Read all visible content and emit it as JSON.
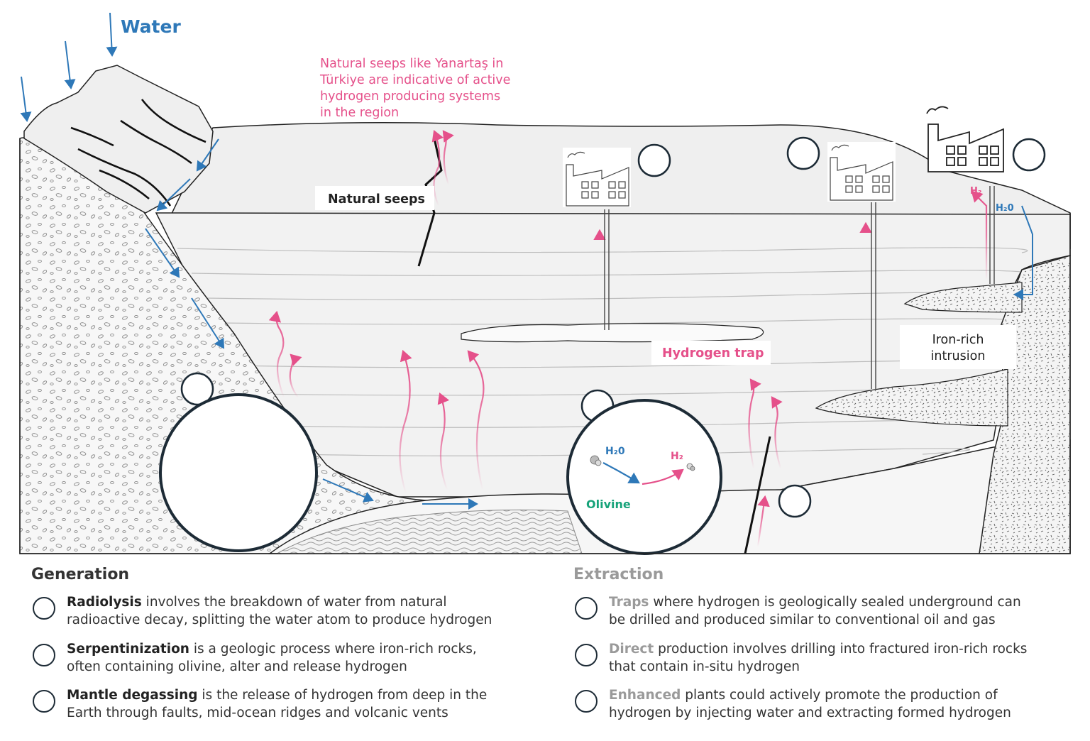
{
  "labels": {
    "water": "Water",
    "seep_note": [
      "Natural seeps like Yanartaş in",
      "Türkiye are indicative of active",
      "hydrogen producing systems",
      "in the region"
    ],
    "natural_seeps": "Natural seeps",
    "hydrogen_trap": "Hydrogen trap",
    "iron_rich_intrusion": [
      "Iron-rich",
      "intrusion"
    ],
    "olivine": "Olivine",
    "h2o_inset": "H₂0",
    "h2_inset": "H₂",
    "h2_plant": "H₂",
    "h2o_plant": "H₂0"
  },
  "legend": {
    "generation": {
      "title": "Generation",
      "items": [
        {
          "term": "Radiolysis",
          "line1": " involves the breakdown of water from natural",
          "line2": "radioactive decay, splitting the water atom to produce hydrogen"
        },
        {
          "term": "Serpentinization",
          "line1": " is a geologic process where iron-rich rocks,",
          "line2": "often containing olivine, alter and release hydrogen"
        },
        {
          "term": "Mantle degassing",
          "line1": " is the release of hydrogen from deep in the",
          "line2": "Earth through faults, mid-ocean ridges and volcanic vents"
        }
      ]
    },
    "extraction": {
      "title": "Extraction",
      "items": [
        {
          "term": "Traps",
          "line1": " where hydrogen is geologically sealed underground can",
          "line2": "be drilled and produced similar to conventional oil and gas"
        },
        {
          "term": "Direct",
          "line1": " production involves drilling into fractured iron-rich rocks",
          "line2": "that contain in-situ hydrogen"
        },
        {
          "term": "Enhanced",
          "line1": " plants could actively promote the production of",
          "line2": "hydrogen by injecting water and extracting formed hydrogen"
        }
      ]
    }
  },
  "colors": {
    "water_blue": "#2e78b8",
    "hydrogen_pink": "#e5508a",
    "olivine_green": "#17a37a",
    "outline_dark": "#1d2b36",
    "extraction_gray": "#9a9a9a"
  }
}
